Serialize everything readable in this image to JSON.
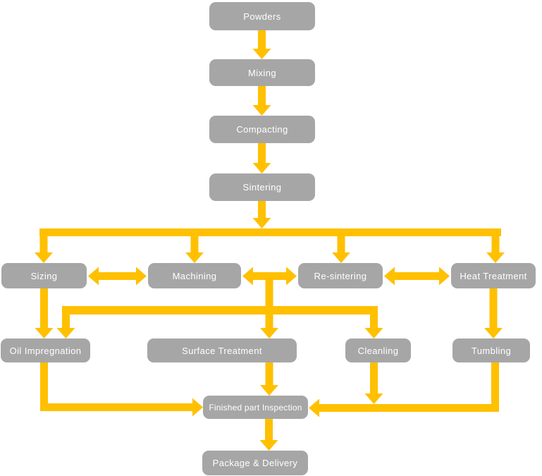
{
  "diagram": {
    "type": "flowchart",
    "colors": {
      "arrow": "#FFC000",
      "node": "#A6A6A6",
      "text": "#FFFFFF",
      "background": "#FFFFFF"
    },
    "nodes": {
      "powders": {
        "label": "Powders"
      },
      "mixing": {
        "label": "Mixing"
      },
      "compacting": {
        "label": "Compacting"
      },
      "sintering": {
        "label": "Sintering"
      },
      "sizing": {
        "label": "Sizing"
      },
      "machining": {
        "label": "Machining"
      },
      "re_sintering": {
        "label": "Re-sintering"
      },
      "heat_treatment": {
        "label": "Heat Treatment"
      },
      "oil_impregnation": {
        "label": "Oil Impregnation"
      },
      "surface_treatment": {
        "label": "Surface Treatment"
      },
      "cleanling": {
        "label": "Cleanling"
      },
      "tumbling": {
        "label": "Tumbling"
      },
      "finished_part_inspection": {
        "label": "Finished part Inspection"
      },
      "package_delivery": {
        "label": "Package & Delivery"
      }
    },
    "edges": [
      {
        "from": "powders",
        "to": "mixing"
      },
      {
        "from": "mixing",
        "to": "compacting"
      },
      {
        "from": "compacting",
        "to": "sintering"
      },
      {
        "from": "sintering",
        "to": "sizing"
      },
      {
        "from": "sintering",
        "to": "machining"
      },
      {
        "from": "sintering",
        "to": "re_sintering"
      },
      {
        "from": "sintering",
        "to": "heat_treatment"
      },
      {
        "from": "sizing",
        "to": "machining",
        "bidirectional": true
      },
      {
        "from": "machining",
        "to": "re_sintering",
        "bidirectional": true
      },
      {
        "from": "re_sintering",
        "to": "heat_treatment",
        "bidirectional": true
      },
      {
        "from": "sizing",
        "to": "oil_impregnation"
      },
      {
        "from": "machining",
        "to": "oil_impregnation"
      },
      {
        "from": "machining",
        "to": "surface_treatment"
      },
      {
        "from": "machining",
        "to": "cleanling"
      },
      {
        "from": "heat_treatment",
        "to": "tumbling"
      },
      {
        "from": "oil_impregnation",
        "to": "finished_part_inspection"
      },
      {
        "from": "surface_treatment",
        "to": "finished_part_inspection"
      },
      {
        "from": "cleanling",
        "to": "finished_part_inspection"
      },
      {
        "from": "tumbling",
        "to": "finished_part_inspection"
      },
      {
        "from": "finished_part_inspection",
        "to": "package_delivery"
      }
    ]
  }
}
